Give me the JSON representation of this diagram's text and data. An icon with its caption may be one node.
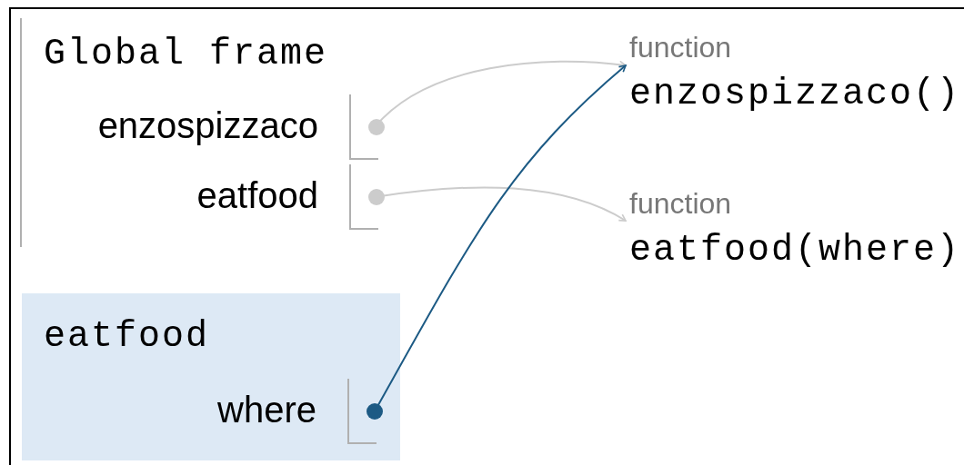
{
  "diagram": {
    "nodes": [
      {
        "text": [
          "Global frame"
        ]
      },
      {
        "text": [
          "enzospizzaco"
        ],
        "in": 0
      },
      {
        "text": [
          "eatfood"
        ],
        "in": 0
      },
      {
        "text": [
          "eatfood"
        ]
      },
      {
        "text": [
          "where"
        ],
        "in": 3
      },
      {
        "text": [
          "function",
          "enzospizzaco()"
        ]
      },
      {
        "text": [
          "function",
          "eatfood(where)"
        ]
      }
    ],
    "edges": [
      {
        "from": 1,
        "to": 5,
        "arrow": "to"
      },
      {
        "from": 2,
        "to": 6,
        "arrow": "to"
      },
      {
        "from": 4,
        "to": 5,
        "arrow": "to",
        "color": "#1c5a84"
      }
    ]
  }
}
